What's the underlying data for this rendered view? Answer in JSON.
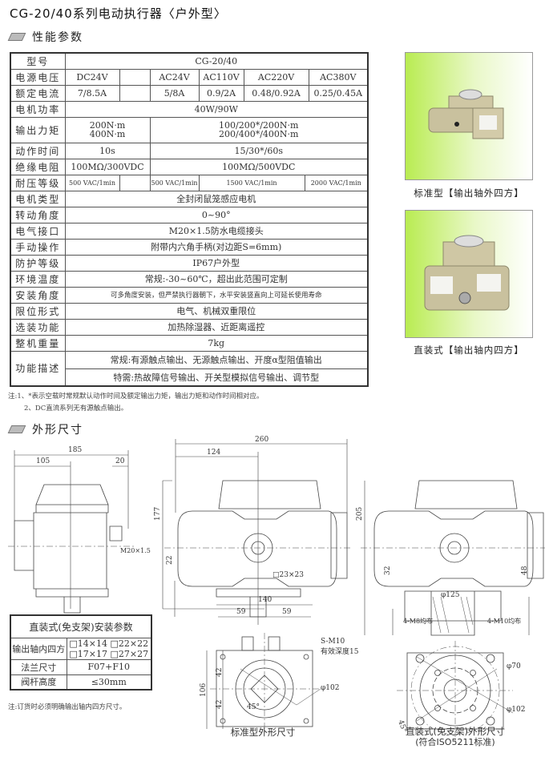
{
  "title": "CG-20/40系列电动执行器〈户外型〉",
  "sections": {
    "specs": "性能参数",
    "dims": "外形尺寸"
  },
  "spec": {
    "model": {
      "label": "型号",
      "value": "CG-20/40"
    },
    "voltage": {
      "label": "电源电压",
      "values": [
        "DC24V",
        "",
        "AC24V",
        "AC110V",
        "AC220V",
        "AC380V"
      ]
    },
    "current": {
      "label": "额定电流",
      "values": [
        "7/8.5A",
        "",
        "5/8A",
        "0.9/2A",
        "0.48/0.92A",
        "0.25/0.45A"
      ]
    },
    "power": {
      "label": "电机功率",
      "value": "40W/90W"
    },
    "torque": {
      "label": "输出力矩",
      "dc": [
        "200N·m",
        "400N·m"
      ],
      "ac": [
        "100/200*/200N·m",
        "200/400*/400N·m"
      ]
    },
    "time": {
      "label": "动作时间",
      "dc": "10s",
      "ac": "15/30*/60s"
    },
    "insulation": {
      "label": "绝缘电阻",
      "dc": "100MΩ/300VDC",
      "ac": "100MΩ/500VDC"
    },
    "withstand": {
      "label": "耐压等级",
      "values": [
        "500 VAC/1min",
        "",
        "500 VAC/1min",
        "1500 VAC/1min",
        "2000 VAC/1min"
      ]
    },
    "motor": {
      "label": "电机类型",
      "value": "全封闭鼠笼感应电机"
    },
    "angle": {
      "label": "转动角度",
      "value": "0~90°"
    },
    "port": {
      "label": "电气接口",
      "value": "M20×1.5防水电缆接头"
    },
    "manual": {
      "label": "手动操作",
      "value": "附带内六角手柄(对边距S=6mm)"
    },
    "protection": {
      "label": "防护等级",
      "value": "IP67户外型"
    },
    "temp": {
      "label": "环境温度",
      "value": "常规:-30~60℃，超出此范围可定制"
    },
    "mount": {
      "label": "安装角度",
      "value": "可多角度安装，但严禁执行器朝下，水平安装竖直向上可延长使用寿命"
    },
    "limit": {
      "label": "限位形式",
      "value": "电气、机械双重限位"
    },
    "options": {
      "label": "选装功能",
      "value": "加热除湿器、近距离遥控"
    },
    "weight": {
      "label": "整机重量",
      "value": "7kg"
    },
    "function": {
      "label": "功能描述",
      "values": [
        "常规:有源触点输出、无源触点输出、开度α型阻值输出",
        "特需:热故障信号输出、开关型模拟信号输出、调节型"
      ]
    }
  },
  "notes": [
    "注:1、*表示空载时常规默认动作时间及额定输出力矩，输出力矩和动作时间相对应。",
    "2、DC直流系列无有源触点输出。"
  ],
  "photos": [
    {
      "caption": "标准型【输出轴外四方】"
    },
    {
      "caption": "直装式【输出轴内四方】"
    }
  ],
  "mount_table": {
    "title": "直装式(免支架)安装参数",
    "rows": [
      {
        "label": "输出轴内四方",
        "values": [
          "□14×14 □22×22",
          "□17×17 □27×27"
        ]
      },
      {
        "label": "法兰尺寸",
        "value": "F07+F10"
      },
      {
        "label": "阀杆高度",
        "value": "≤30mm"
      }
    ],
    "note": "注:订货时必须明确输出轴内四方尺寸。"
  },
  "drawings": {
    "side": {
      "d185": "185",
      "d105": "105",
      "d20": "20",
      "gland": "M20×1.5"
    },
    "front": {
      "d260": "260",
      "d124": "124",
      "d177": "177",
      "d22": "22",
      "square": "□23×23"
    },
    "direct": {
      "d205": "205",
      "d32": "32",
      "d48": "48",
      "d125": "φ125"
    },
    "bottom": {
      "d140": "140",
      "d59a": "59",
      "d59b": "59",
      "d106": "106",
      "d42a": "42",
      "d42b": "42",
      "thread": "S-M10",
      "depth": "有效深度15",
      "d102": "φ102",
      "angle": "45°",
      "caption": "标准型外形尺寸"
    },
    "iso": {
      "m8": "4-M8均布",
      "m10": "4-M10均布",
      "d70": "φ70",
      "d102": "φ102",
      "angle": "45°",
      "caption": "直装式(免支架)外形尺寸",
      "caption2": "(符合ISO5211标准)"
    }
  }
}
